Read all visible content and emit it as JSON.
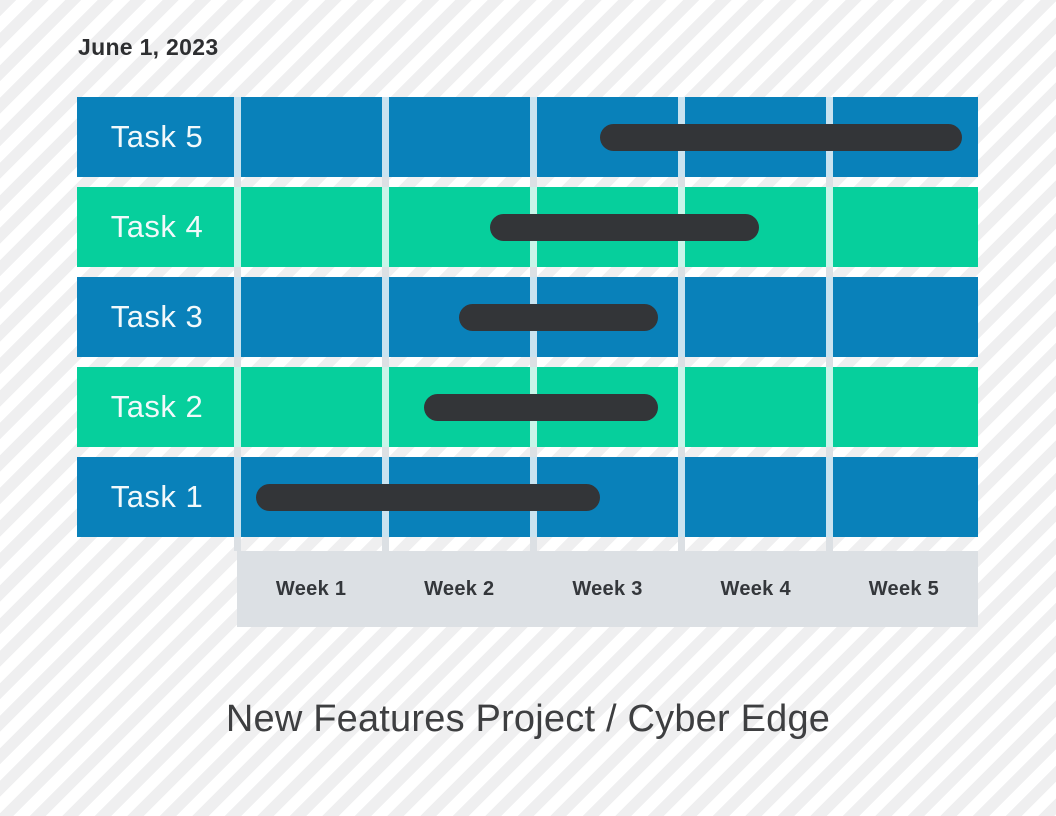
{
  "header": {
    "date_label": "June 1, 2023"
  },
  "footer": {
    "title": "New Features Project / Cyber Edge"
  },
  "colors": {
    "row_blue": "#0981ba",
    "row_green": "#06cf9c",
    "bar_dark": "#333538",
    "axis_strip_bg": "#dce0e4",
    "gridline_overlay": "rgba(255,255,255,0.78)",
    "background_stripe": "#efeff0",
    "task_label_text": "#f2f9fb",
    "week_label_text": "#34373b",
    "date_text": "#2e2f31",
    "title_text": "#3e3f41"
  },
  "chart_data": {
    "type": "bar",
    "subtype": "gantt",
    "title": "New Features Project / Cyber Edge",
    "date_label": "June 1, 2023",
    "x_tick_labels": [
      "Week 1",
      "Week 2",
      "Week 3",
      "Week 4",
      "Week 5"
    ],
    "xlim_weeks": [
      0,
      5
    ],
    "grid": "vertical-light-lines-at-week-boundaries",
    "legend": "none",
    "categories_top_to_bottom": [
      "Task 5",
      "Task 4",
      "Task 3",
      "Task 2",
      "Task 1"
    ],
    "bars": [
      {
        "task": "Task 5",
        "start_week": 2.45,
        "end_week": 4.89,
        "row_color": "#0981ba"
      },
      {
        "task": "Task 4",
        "start_week": 1.71,
        "end_week": 3.52,
        "row_color": "#06cf9c"
      },
      {
        "task": "Task 3",
        "start_week": 1.5,
        "end_week": 2.84,
        "row_color": "#0981ba"
      },
      {
        "task": "Task 2",
        "start_week": 1.26,
        "end_week": 2.84,
        "row_color": "#06cf9c"
      },
      {
        "task": "Task 1",
        "start_week": 0.13,
        "end_week": 2.45,
        "row_color": "#0981ba"
      }
    ],
    "bar_color": "#333538"
  }
}
